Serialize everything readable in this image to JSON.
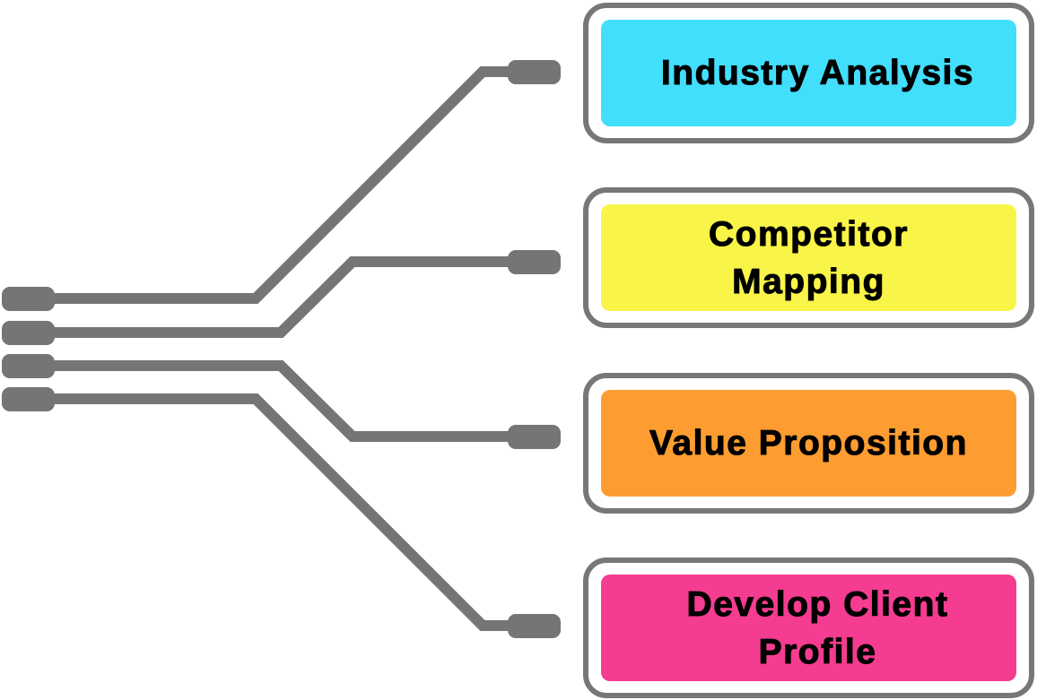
{
  "diagram": {
    "connector_color": "#757575",
    "border_color": "#777777",
    "items": [
      {
        "label": "Industry Analysis",
        "color": "#42DFFD"
      },
      {
        "label": "Competitor Mapping",
        "color": "#F8F548"
      },
      {
        "label": "Value Proposition",
        "color": "#FD9D31"
      },
      {
        "label": "Develop Client Profile",
        "color": "#F43C90"
      }
    ]
  }
}
